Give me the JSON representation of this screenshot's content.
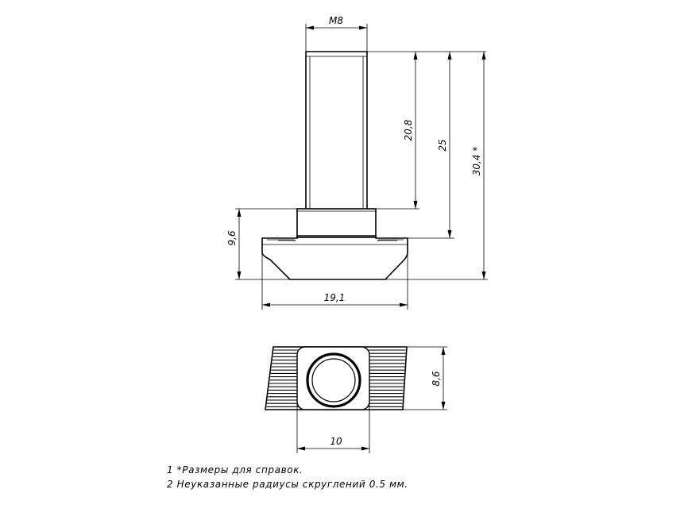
{
  "dimensions": {
    "thread": "M8",
    "len_20_8": "20,8",
    "len_25": "25",
    "len_30_4": "30,4 *",
    "height_9_6": "9,6",
    "width_19_1": "19,1",
    "height_8_6": "8,6",
    "width_10": "10"
  },
  "notes": [
    "1   *Размеры для справок.",
    "2   Неуказанные радиусы скруглений 0.5 мм."
  ]
}
